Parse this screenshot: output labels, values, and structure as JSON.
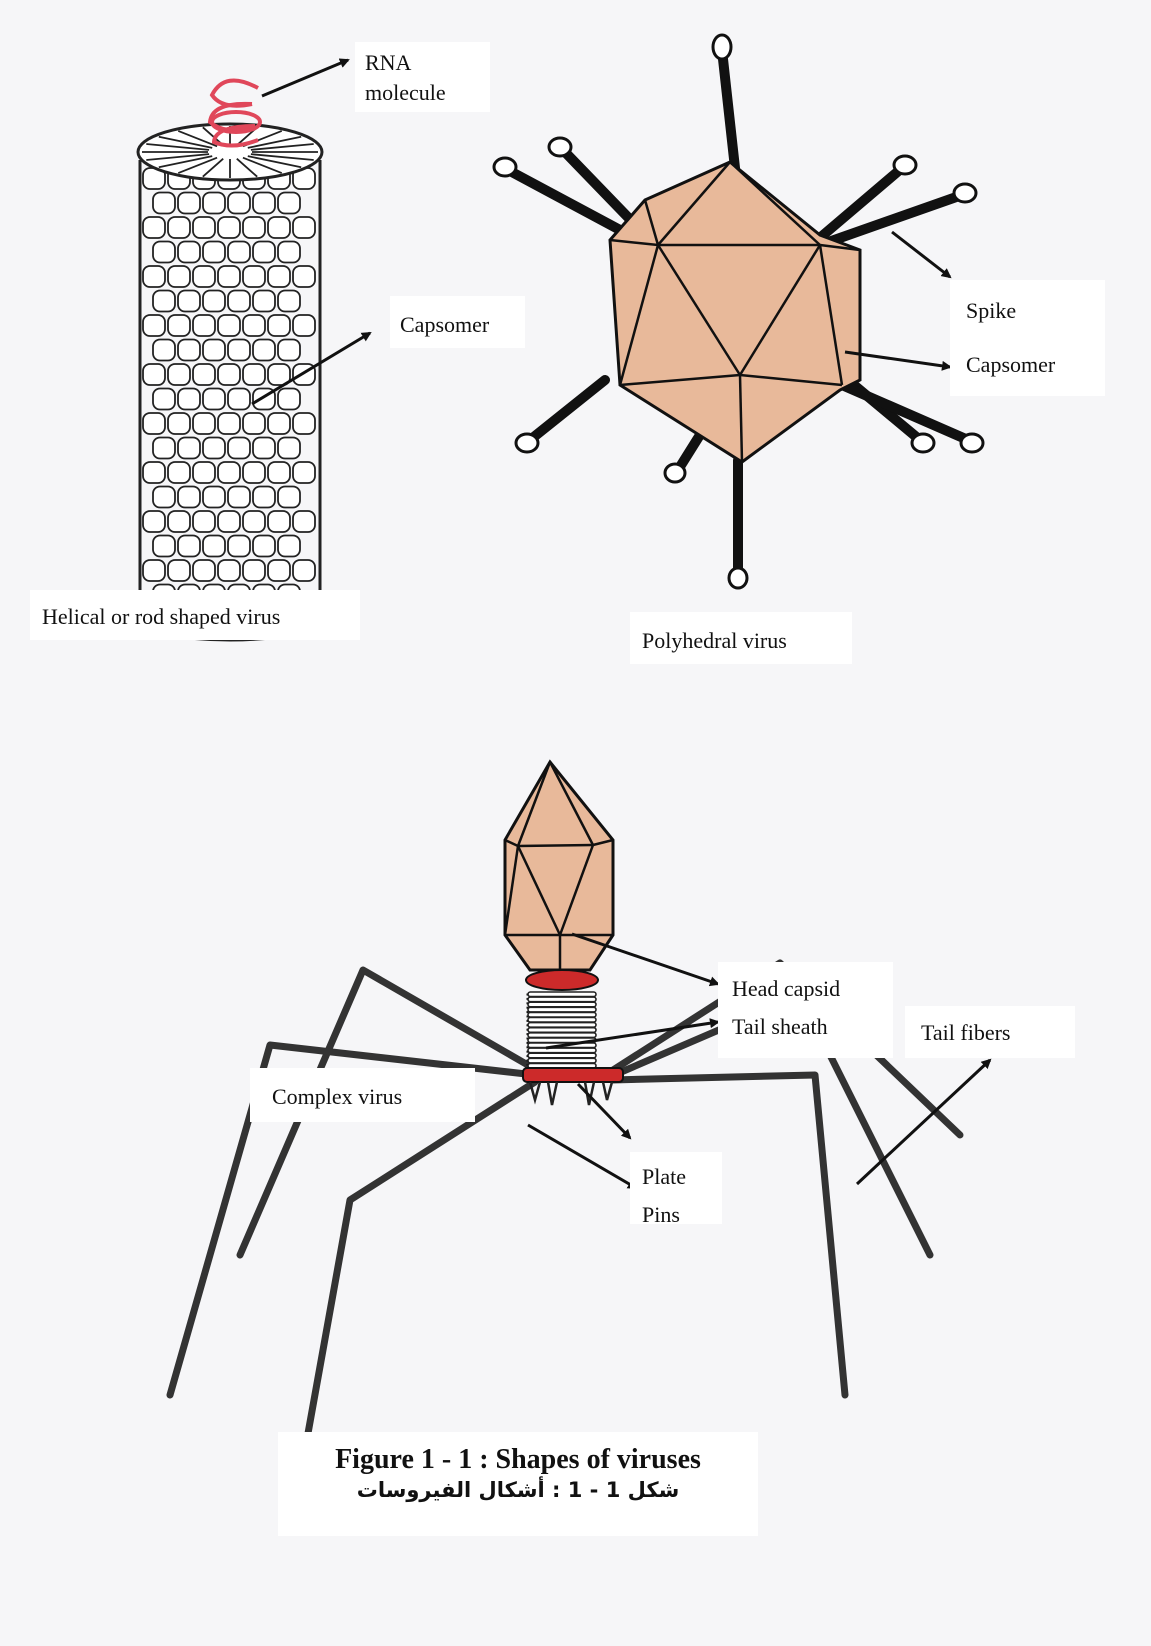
{
  "labels": {
    "rna_molecule": "RNA\nmolecule",
    "capsomer_helical": "Capsomer",
    "helical_virus": "Helical or rod shaped virus",
    "spike": "Spike",
    "capsomer_polyhedral": "Capsomer",
    "polyhedral_virus": "Polyhedral virus",
    "head_capsid": "Head capsid",
    "tail_sheath": "Tail sheath",
    "complex_virus": "Complex virus",
    "tail_fibers": "Tail fibers",
    "plate": "Plate",
    "pins": "Pins"
  },
  "caption": {
    "english": "Figure  1 - 1 : Shapes of viruses",
    "arabic": "شكل 1 - 1  : أشكال الفيروسات"
  },
  "colors": {
    "capsid_fill": "#e8b99a",
    "rna": "#e0475a",
    "collar": "#cc2a2a",
    "ink": "#111111"
  }
}
